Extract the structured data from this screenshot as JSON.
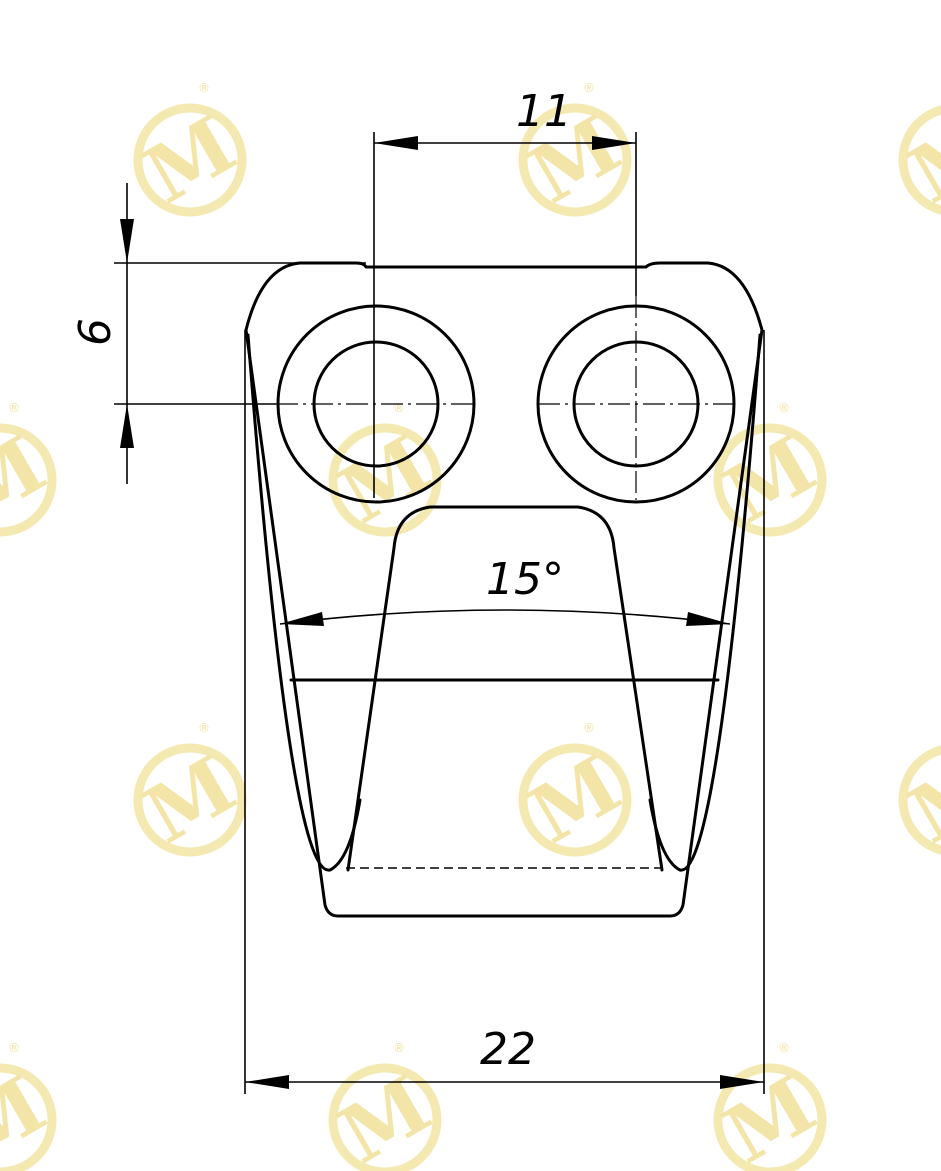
{
  "dimensions": {
    "hole_spacing": "11",
    "hole_offset": "6",
    "taper_angle": "15°",
    "overall_width": "22"
  },
  "watermark": {
    "letter": "M",
    "mark": "®",
    "color": "#f1e19a"
  }
}
